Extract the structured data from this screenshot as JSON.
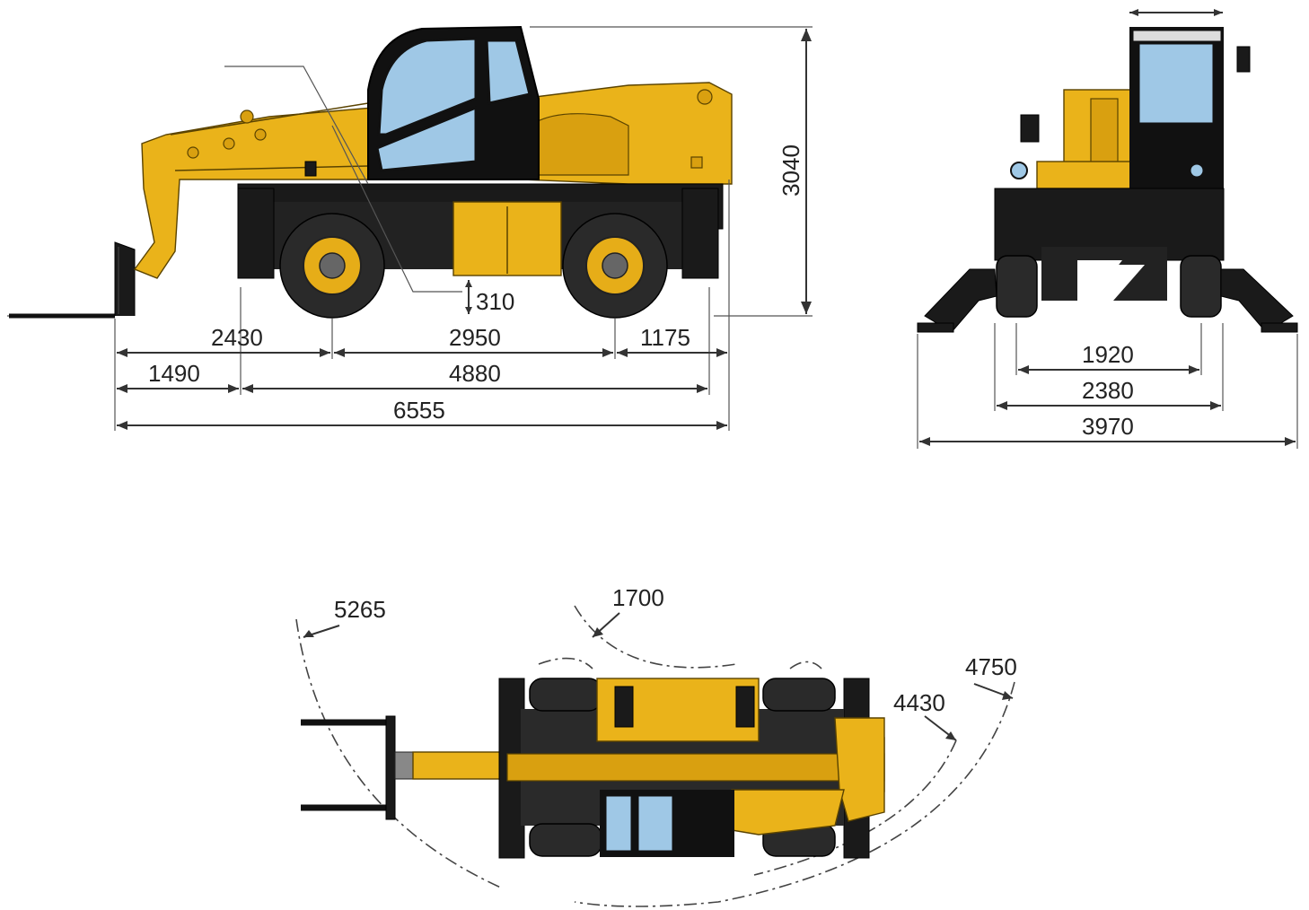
{
  "colors": {
    "machine_yellow": "#eab31a",
    "chassis_black": "#1a1a1a",
    "glass_blue": "#9fc8e6",
    "dimension_line": "#333333"
  },
  "side_view": {
    "height": "3040",
    "ground_clearance": "310",
    "front_overhang": "2430",
    "wheelbase": "2950",
    "rear_overhang": "1175",
    "fork_to_axle": "1490",
    "overall_length_no_forks": "4880",
    "overall_length": "6555"
  },
  "rear_view": {
    "track_width": "1920",
    "overall_width": "2380",
    "outrigger_width": "3970"
  },
  "top_view": {
    "turning_radius_forks": "5265",
    "inner_radius": "1700",
    "outer_radius_body": "4430",
    "outer_radius_wheels": "4750"
  }
}
